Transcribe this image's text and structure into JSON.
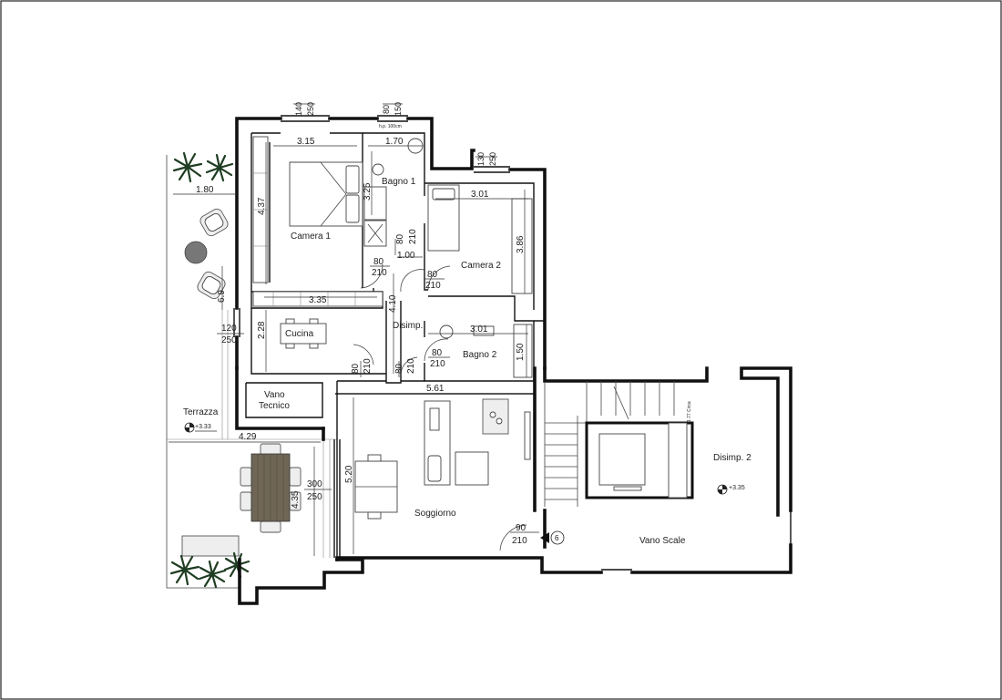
{
  "rooms": {
    "camera1": "Camera 1",
    "bagno1": "Bagno 1",
    "camera2": "Camera 2",
    "cucina": "Cucina",
    "disimp": "Disimp.",
    "bagno2": "Bagno 2",
    "vano_tecnico_l1": "Vano",
    "vano_tecnico_l2": "Tecnico",
    "terrazza": "Terrazza",
    "soggiorno": "Soggiorno",
    "disimp2": "Disimp. 2",
    "vano_scale": "Vano Scale"
  },
  "dims": {
    "cam1_width": "3.15",
    "cam1_depth": "4.37",
    "bagno1_width": "1.70",
    "bagno1_depth": "3.25",
    "cam2_width": "3.01",
    "cam2_depth": "3.86",
    "terrace_width": "1.80",
    "terrace_depth": "6.9",
    "cucina_width": "3.35",
    "cucina_depth": "2.28",
    "disimp_len": "4.10",
    "disimp_width": "1.00",
    "bagno2_width": "3.01",
    "bagno2_depth": "1.50",
    "soggiorno_width": "5.61",
    "soggiorno_depth": "5.20",
    "terrace_low_width": "4.29",
    "terrace_low_depth": "4.35"
  },
  "windows": {
    "cam1_w": "140",
    "cam1_h": "250",
    "bagno1_w": "80",
    "bagno1_h": "150",
    "bagno1_note": "h.p. 100cm",
    "cam2_w": "130",
    "cam2_h": "250",
    "cucina_w": "120",
    "cucina_h": "250",
    "soggiorno_w": "300",
    "soggiorno_h": "250"
  },
  "doors": {
    "cam1_w": "80",
    "cam1_h": "210",
    "bagno1_w": "80",
    "bagno1_h": "210",
    "cam2_w": "80",
    "cam2_h": "210",
    "cucina_w": "80",
    "cucina_h": "210",
    "disimp_w": "80",
    "disimp_h": "210",
    "bagno2_w": "80",
    "bagno2_h": "210",
    "entry_w": "90",
    "entry_h": "210"
  },
  "levels": {
    "terrazza": "+3.33",
    "disimp2": "+3.35"
  },
  "unit_tag": "6",
  "stair_note": "+1.77 Circa"
}
